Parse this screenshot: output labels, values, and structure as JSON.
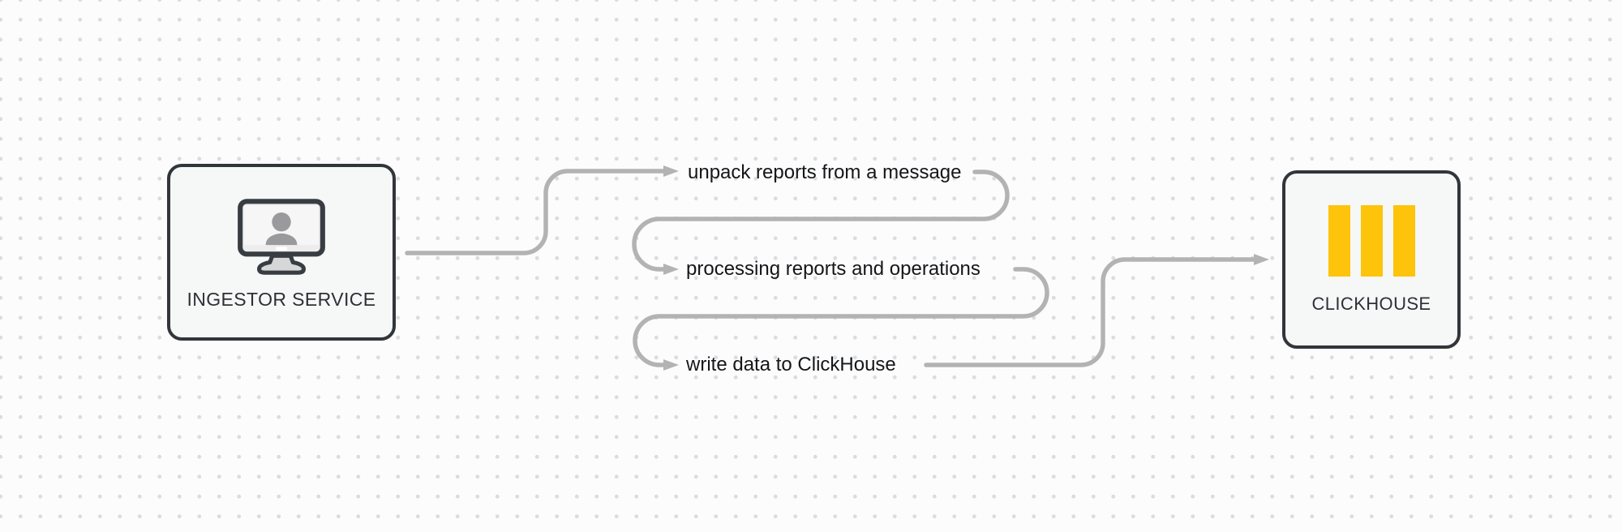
{
  "diagram": {
    "nodes": {
      "ingestor": {
        "label": "INGESTOR SERVICE",
        "icon": "monitor-user-icon"
      },
      "clickhouse": {
        "label": "CLICKHOUSE",
        "icon": "clickhouse-bars-icon"
      }
    },
    "steps": [
      {
        "label": "unpack reports from a message"
      },
      {
        "label": "processing reports and operations"
      },
      {
        "label": "write data to ClickHouse"
      }
    ],
    "colors": {
      "connector": "#b3b3b3",
      "node_border": "#31363b",
      "node_fill": "#f6f7f7",
      "step_text": "#141619",
      "clickhouse_yellow": "#fdc40b",
      "icon_outline": "#383d42",
      "icon_person": "#9a9a9c",
      "background_dot": "#dcdcdc"
    }
  }
}
